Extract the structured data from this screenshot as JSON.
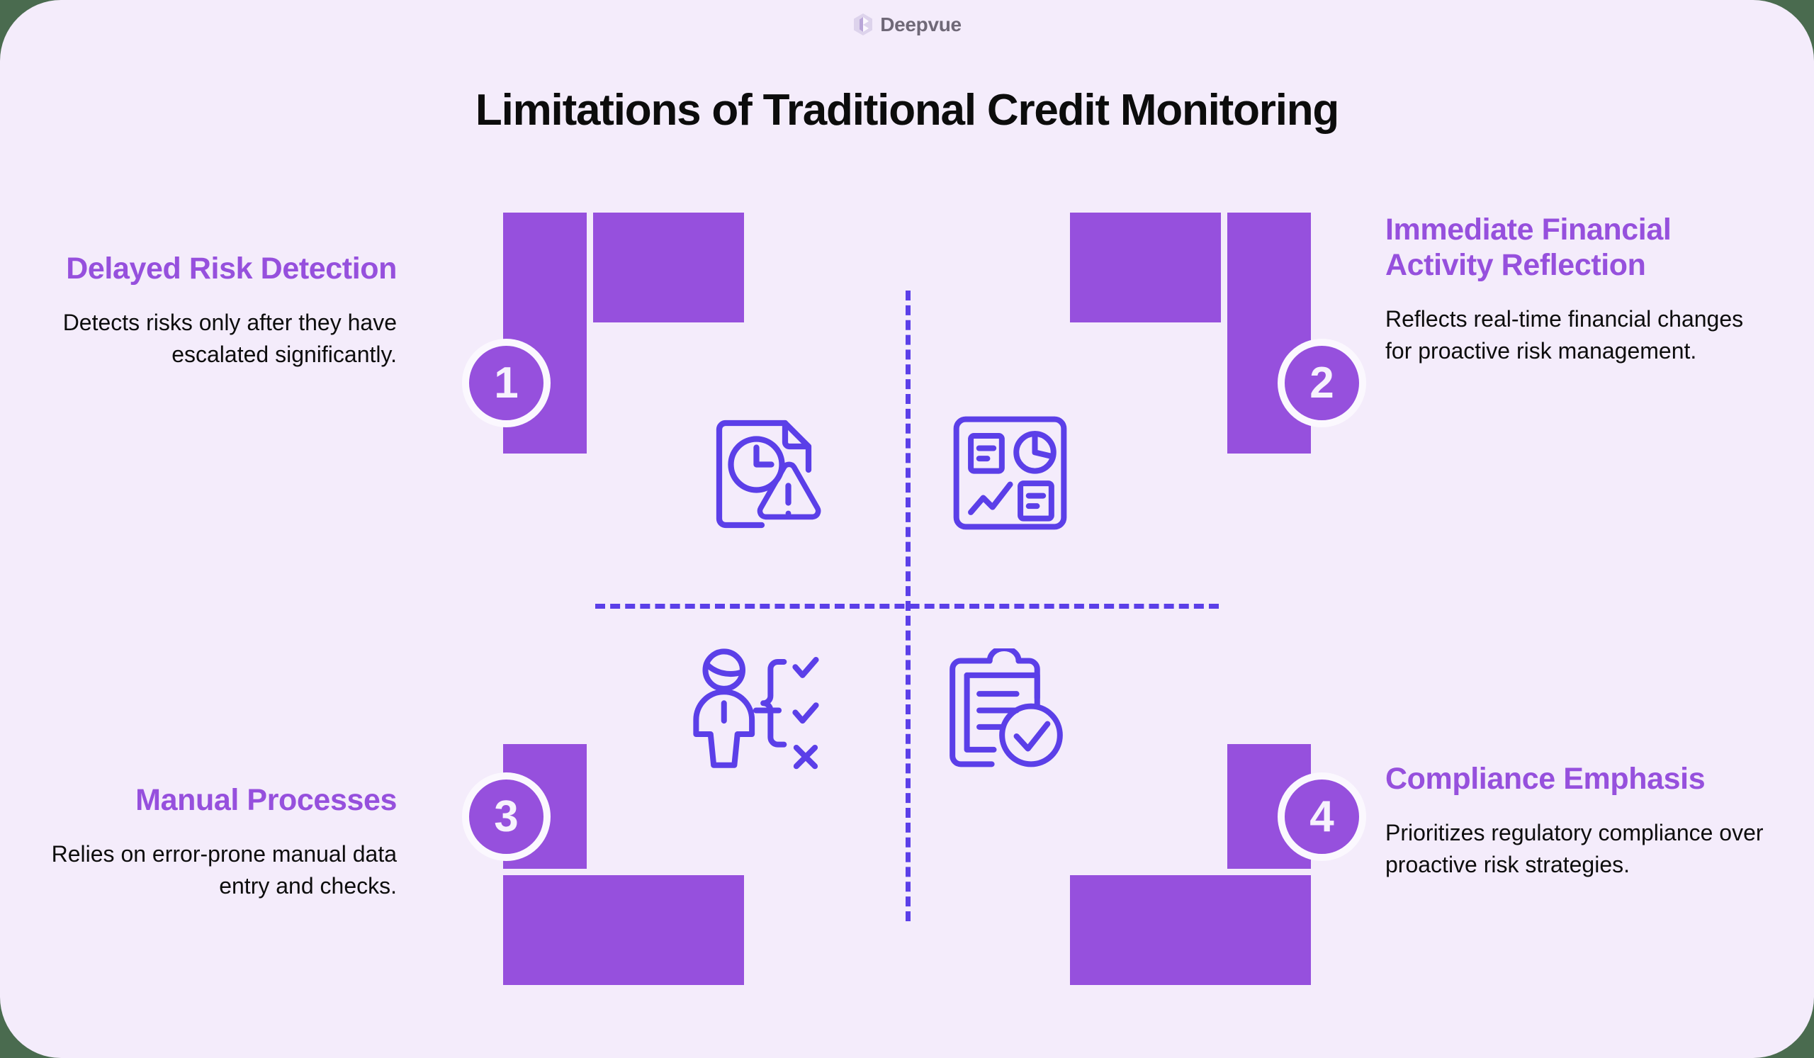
{
  "brand": {
    "name": "Deepvue",
    "logo_icon": "hexagon-logo-icon",
    "text_color": "#6f6877"
  },
  "header": {
    "title": "Limitations of Traditional Credit Monitoring"
  },
  "theme": {
    "background": "#f4ecfb",
    "outside_background": "#4a6b4f",
    "accent_purple": "#9650dd",
    "icon_violet": "#5b3fe8",
    "heading_color": "#9650dd",
    "body_color": "#0d0d0d",
    "badge_text_color": "#f7f2fd"
  },
  "diagram": {
    "divider": "dashed-cross",
    "divider_color": "#5b3fe8"
  },
  "items": [
    {
      "number": "1",
      "heading": "Delayed Risk Detection",
      "body": "Detects risks only after they have escalated significantly.",
      "icon": "document-clock-warning-icon",
      "align": "right"
    },
    {
      "number": "2",
      "heading": "Immediate Financial Activity Reflection",
      "body": "Reflects real-time financial changes for proactive risk management.",
      "icon": "dashboard-analytics-icon",
      "align": "left"
    },
    {
      "number": "3",
      "heading": "Manual Processes",
      "body": "Relies on error-prone manual data entry and checks.",
      "icon": "person-checklist-icon",
      "align": "right"
    },
    {
      "number": "4",
      "heading": "Compliance Emphasis",
      "body": "Prioritizes regulatory compliance over proactive risk strategies.",
      "icon": "clipboard-check-icon",
      "align": "left"
    }
  ]
}
